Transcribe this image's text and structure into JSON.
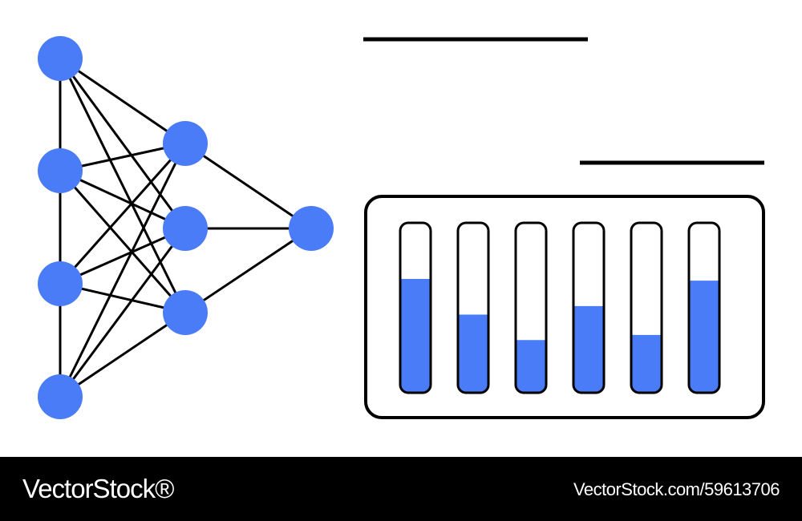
{
  "colors": {
    "accent": "#4a7cf7",
    "stroke": "#000000",
    "background": "#ffffff",
    "footer": "#000000",
    "footer_text": "#ffffff"
  },
  "network": {
    "layers": [
      4,
      3,
      1
    ]
  },
  "panel": {
    "bar_levels": [
      0.67,
      0.46,
      0.31,
      0.51,
      0.34,
      0.66
    ]
  },
  "footer": {
    "logo": "VectorStock®",
    "image_id": "VectorStock.com/59613706"
  }
}
